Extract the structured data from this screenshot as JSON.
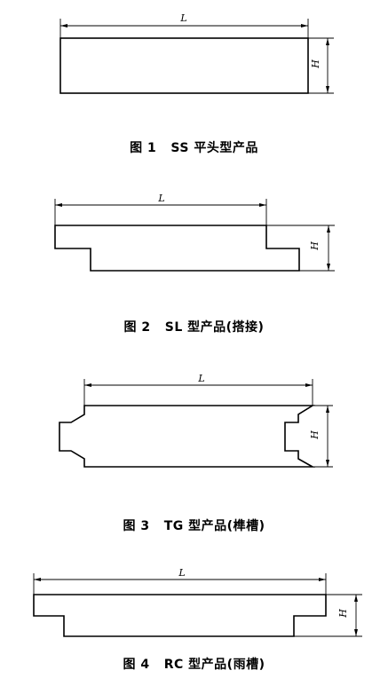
{
  "figures": [
    {
      "dim_length": "L",
      "dim_height": "H",
      "caption": "图 1   SS 平头型产品"
    },
    {
      "dim_length": "L",
      "dim_height": "H",
      "caption": "图 2   SL 型产品(搭接)"
    },
    {
      "dim_length": "L",
      "dim_height": "H",
      "caption": "图 3   TG 型产品(榫槽)"
    },
    {
      "dim_length": "L",
      "dim_height": "H",
      "caption": "图 4   RC 型产品(雨槽)"
    }
  ]
}
